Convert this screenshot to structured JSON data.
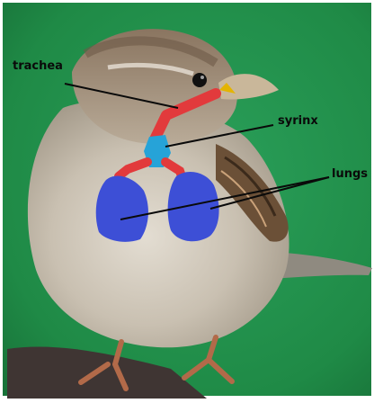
{
  "labels": {
    "trachea": "trachea",
    "syrinx": "syrinx",
    "lungs": "lungs"
  },
  "colors": {
    "background": "#23924c",
    "trachea": "#e23a3c",
    "syrinx": "#26a3d8",
    "lungs": "#3d4fd6",
    "pointer_line": "#0a0a0a"
  }
}
